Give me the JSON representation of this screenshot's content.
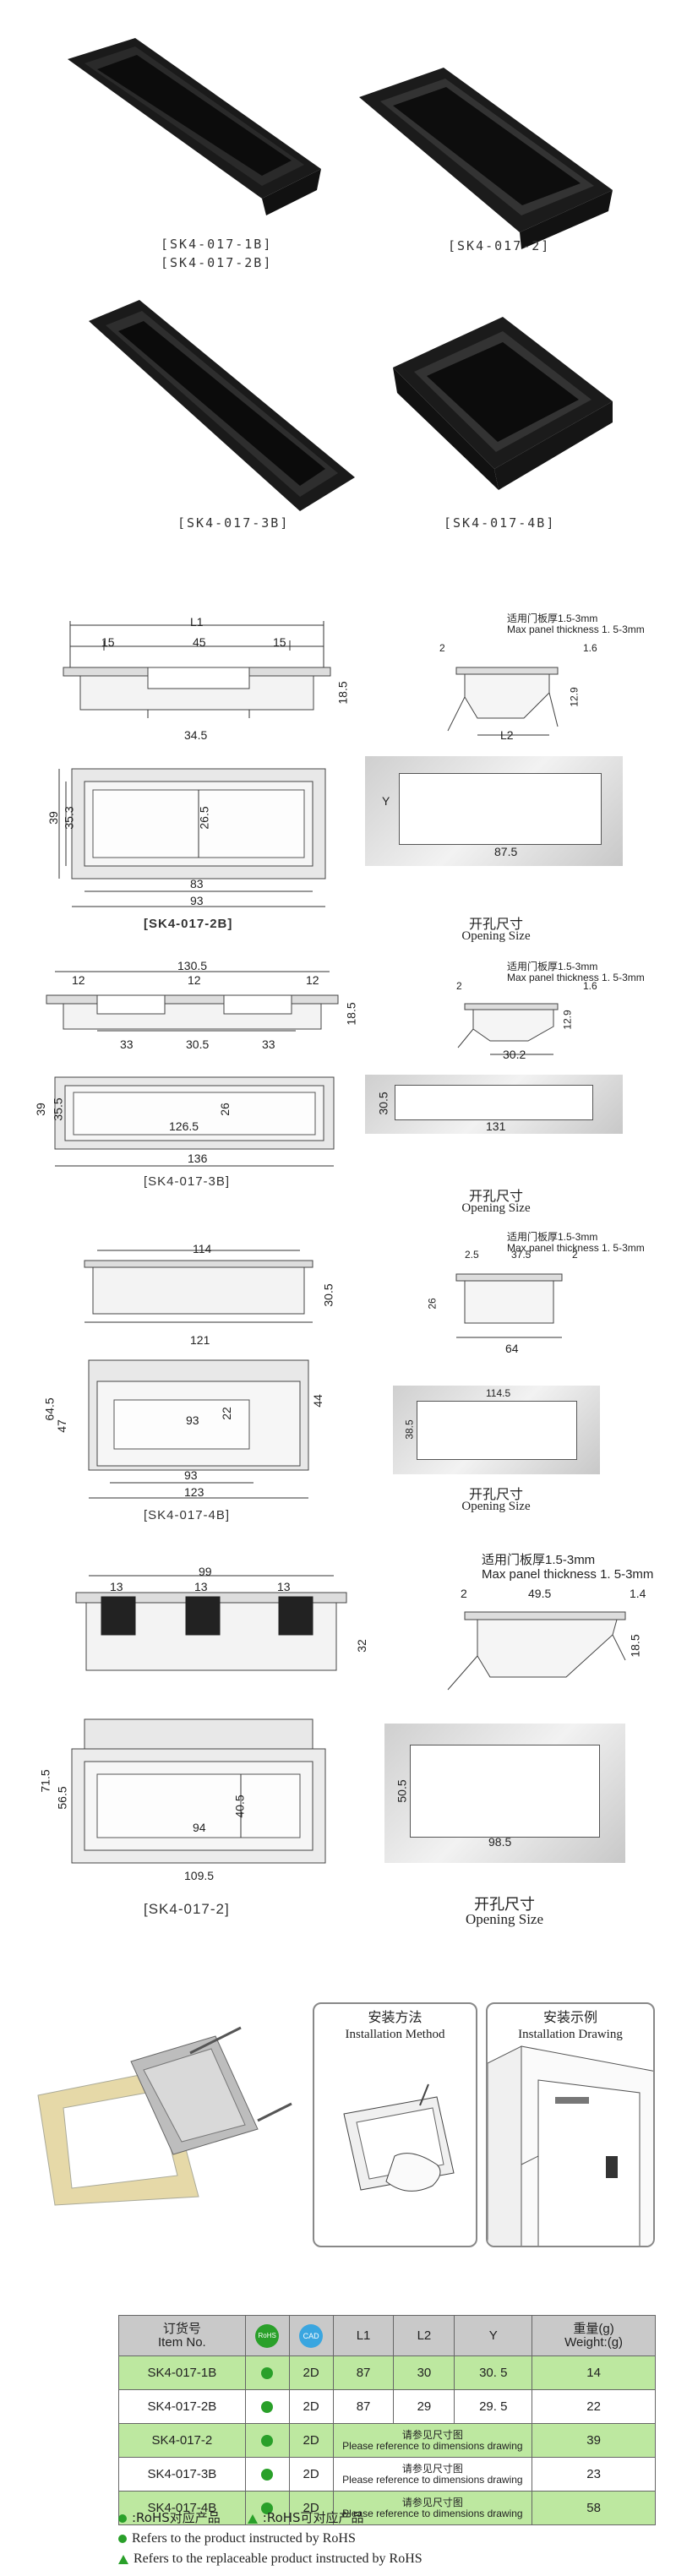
{
  "photos": {
    "p1_caption_a": "[SK4-017-1B]",
    "p1_caption_b": "[SK4-017-2B]",
    "p2_caption": "[SK4-017-2]",
    "p3_caption": "[SK4-017-3B]",
    "p4_caption": "[SK4-017-4B]"
  },
  "common": {
    "panel_cn": "适用门板厚1.5-3mm",
    "panel_en": "Max panel thickness  1. 5-3mm",
    "opening_cn": "开孔尺寸",
    "opening_en": "Opening Size"
  },
  "d2b": {
    "caption": "[SK4-017-2B]",
    "L1": "L1",
    "a": "15",
    "b": "45",
    "c": "15",
    "h": "18.5",
    "w": "34.5",
    "side_a": "2",
    "side_b": "1.6",
    "side_h": "12.9",
    "side_L2": "L2",
    "top_h1": "39",
    "top_h2": "35.3",
    "top_h3": "26.5",
    "top_w1": "83",
    "top_w2": "93",
    "open_Y": "Y",
    "open_w": "87.5"
  },
  "d3b": {
    "caption": "[SK4-017-3B]",
    "w": "130.5",
    "a": "12",
    "b": "12",
    "c": "12",
    "h": "18.5",
    "s1": "33",
    "s2": "30.5",
    "s3": "33",
    "side_a": "2",
    "side_b": "1.6",
    "side_h": "12.9",
    "side_w": "30.2",
    "top_h1": "39",
    "top_h2": "35.5",
    "top_h3": "26",
    "top_w1": "126.5",
    "top_w2": "136",
    "open_h": "30.5",
    "open_w": "131"
  },
  "d4b": {
    "caption": "[SK4-017-4B]",
    "w": "114",
    "h": "30.5",
    "bw": "121",
    "side_a": "2.5",
    "side_b": "37.5",
    "side_c": "2",
    "side_h": "26",
    "side_w": "64",
    "top_h1": "64.5",
    "top_h2": "47",
    "top_h3": "22",
    "top_h4": "44",
    "top_w1": "93",
    "top_w2": "93",
    "top_w3": "123",
    "open_w": "114.5",
    "open_h": "38.5"
  },
  "d2": {
    "caption": "[SK4-017-2]",
    "w": "99",
    "a": "13",
    "b": "13",
    "c": "13",
    "h": "32",
    "side_a": "2",
    "side_b": "49.5",
    "side_c": "1.4",
    "side_h": "18.5",
    "top_h1": "71.5",
    "top_h2": "56.5",
    "top_h3": "40.5",
    "top_w1": "94",
    "top_w2": "109.5",
    "open_h": "50.5",
    "open_w": "98.5"
  },
  "install": {
    "method_cn": "安装方法",
    "method_en": "Installation Method",
    "drawing_cn": "安装示例",
    "drawing_en": "Installation Drawing"
  },
  "table": {
    "headers": {
      "item_cn": "订货号",
      "item_en": "Item No.",
      "rohs": "RoHS",
      "cad": "CAD",
      "L1": "L1",
      "L2": "L2",
      "Y": "Y",
      "weight_cn": "重量(g)",
      "weight_en": "Weight:(g)"
    },
    "ref_cn": "请参见尺寸图",
    "ref_en": "Please reference to dimensions drawing",
    "rows": [
      {
        "item": "SK4-017-1B",
        "cad": "2D",
        "L1": "87",
        "L2": "30",
        "Y": "30. 5",
        "weight": "14"
      },
      {
        "item": "SK4-017-2B",
        "cad": "2D",
        "L1": "87",
        "L2": "29",
        "Y": "29. 5",
        "weight": "22"
      },
      {
        "item": "SK4-017-2",
        "cad": "2D",
        "weight": "39"
      },
      {
        "item": "SK4-017-3B",
        "cad": "2D",
        "weight": "23"
      },
      {
        "item": "SK4-017-4B",
        "cad": "2D",
        "weight": "58"
      }
    ]
  },
  "legend": {
    "rohs_cn": ":RoHS对应产品",
    "rohs_replace_cn": ":RoHS可对应产品",
    "rohs_en": "Refers to the product instructed by RoHS",
    "rohs_replace_en": "Refers to the replaceable product instructed by RoHS"
  },
  "colors": {
    "rohs_green": "#2aa02a",
    "row_green": "#bde8a0",
    "header_gray": "#c9c9c9"
  }
}
